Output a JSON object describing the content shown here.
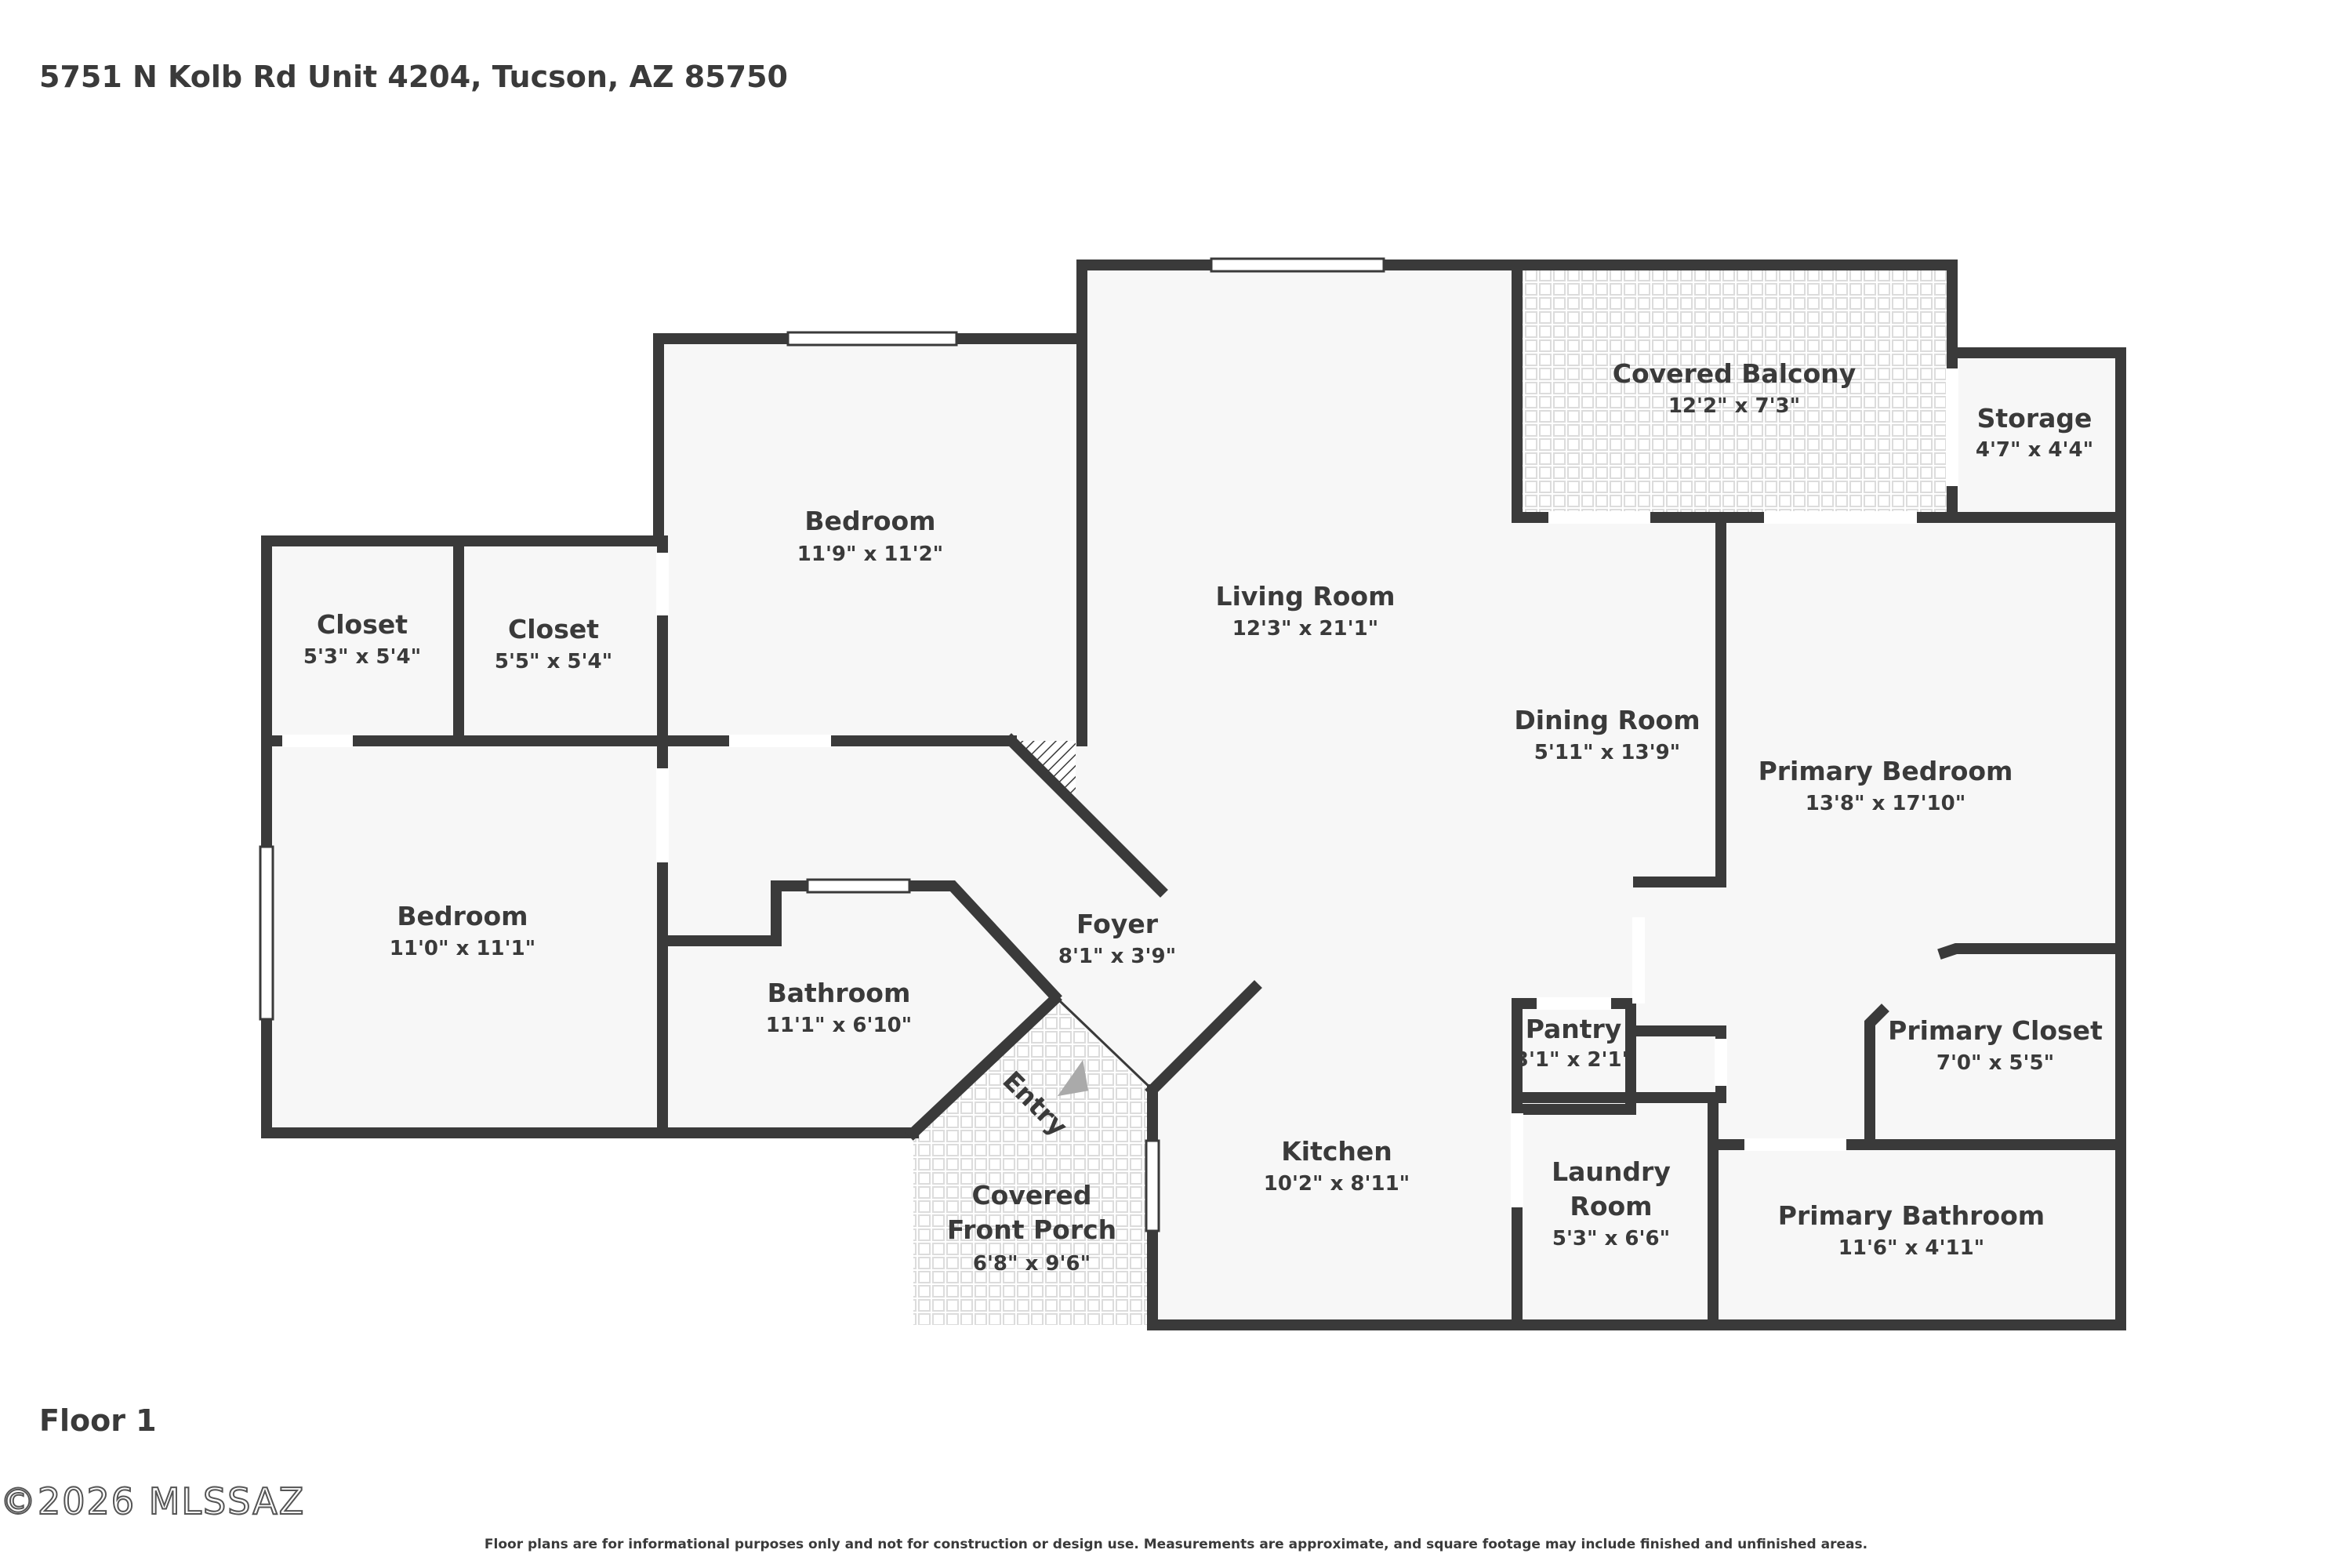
{
  "header": {
    "address": "5751 N Kolb Rd Unit 4204, Tucson, AZ 85750"
  },
  "footer": {
    "floor_label": "Floor 1",
    "copyright": "©2026 MLSSAZ",
    "disclaimer": "Floor plans are for informational purposes only and not for construction or design use. Measurements are approximate, and square footage may include finished and unfinished areas."
  },
  "colors": {
    "wall": "#3a3a3a",
    "floor": "#f7f7f7",
    "outdoor_tile": "#e6e6e6",
    "window": "#ffffff"
  },
  "rooms": {
    "covered_balcony": {
      "name": "Covered Balcony",
      "dims": "12'2\" x 7'3\""
    },
    "storage": {
      "name": "Storage",
      "dims": "4'7\" x 4'4\""
    },
    "bedroom_top": {
      "name": "Bedroom",
      "dims": "11'9\" x 11'2\""
    },
    "living_room": {
      "name": "Living Room",
      "dims": "12'3\" x 21'1\""
    },
    "closet_left": {
      "name": "Closet",
      "dims": "5'3\" x 5'4\""
    },
    "closet_right": {
      "name": "Closet",
      "dims": "5'5\" x 5'4\""
    },
    "dining_room": {
      "name": "Dining Room",
      "dims": "5'11\" x 13'9\""
    },
    "primary_bedroom": {
      "name": "Primary Bedroom",
      "dims": "13'8\" x 17'10\""
    },
    "bedroom_left": {
      "name": "Bedroom",
      "dims": "11'0\" x 11'1\""
    },
    "foyer": {
      "name": "Foyer",
      "dims": "8'1\" x 3'9\""
    },
    "bathroom": {
      "name": "Bathroom",
      "dims": "11'1\" x 6'10\""
    },
    "pantry": {
      "name": "Pantry",
      "dims": "3'1\" x 2'1\""
    },
    "primary_closet": {
      "name": "Primary Closet",
      "dims": "7'0\" x 5'5\""
    },
    "kitchen": {
      "name": "Kitchen",
      "dims": "10'2\" x 8'11\""
    },
    "laundry_room": {
      "name_line1": "Laundry",
      "name_line2": "Room",
      "dims": "5'3\" x 6'6\""
    },
    "primary_bathroom": {
      "name": "Primary Bathroom",
      "dims": "11'6\" x 4'11\""
    },
    "covered_front_porch": {
      "name_line1": "Covered",
      "name_line2": "Front Porch",
      "dims": "6'8\" x 9'6\""
    }
  },
  "entry_label": "Entry"
}
